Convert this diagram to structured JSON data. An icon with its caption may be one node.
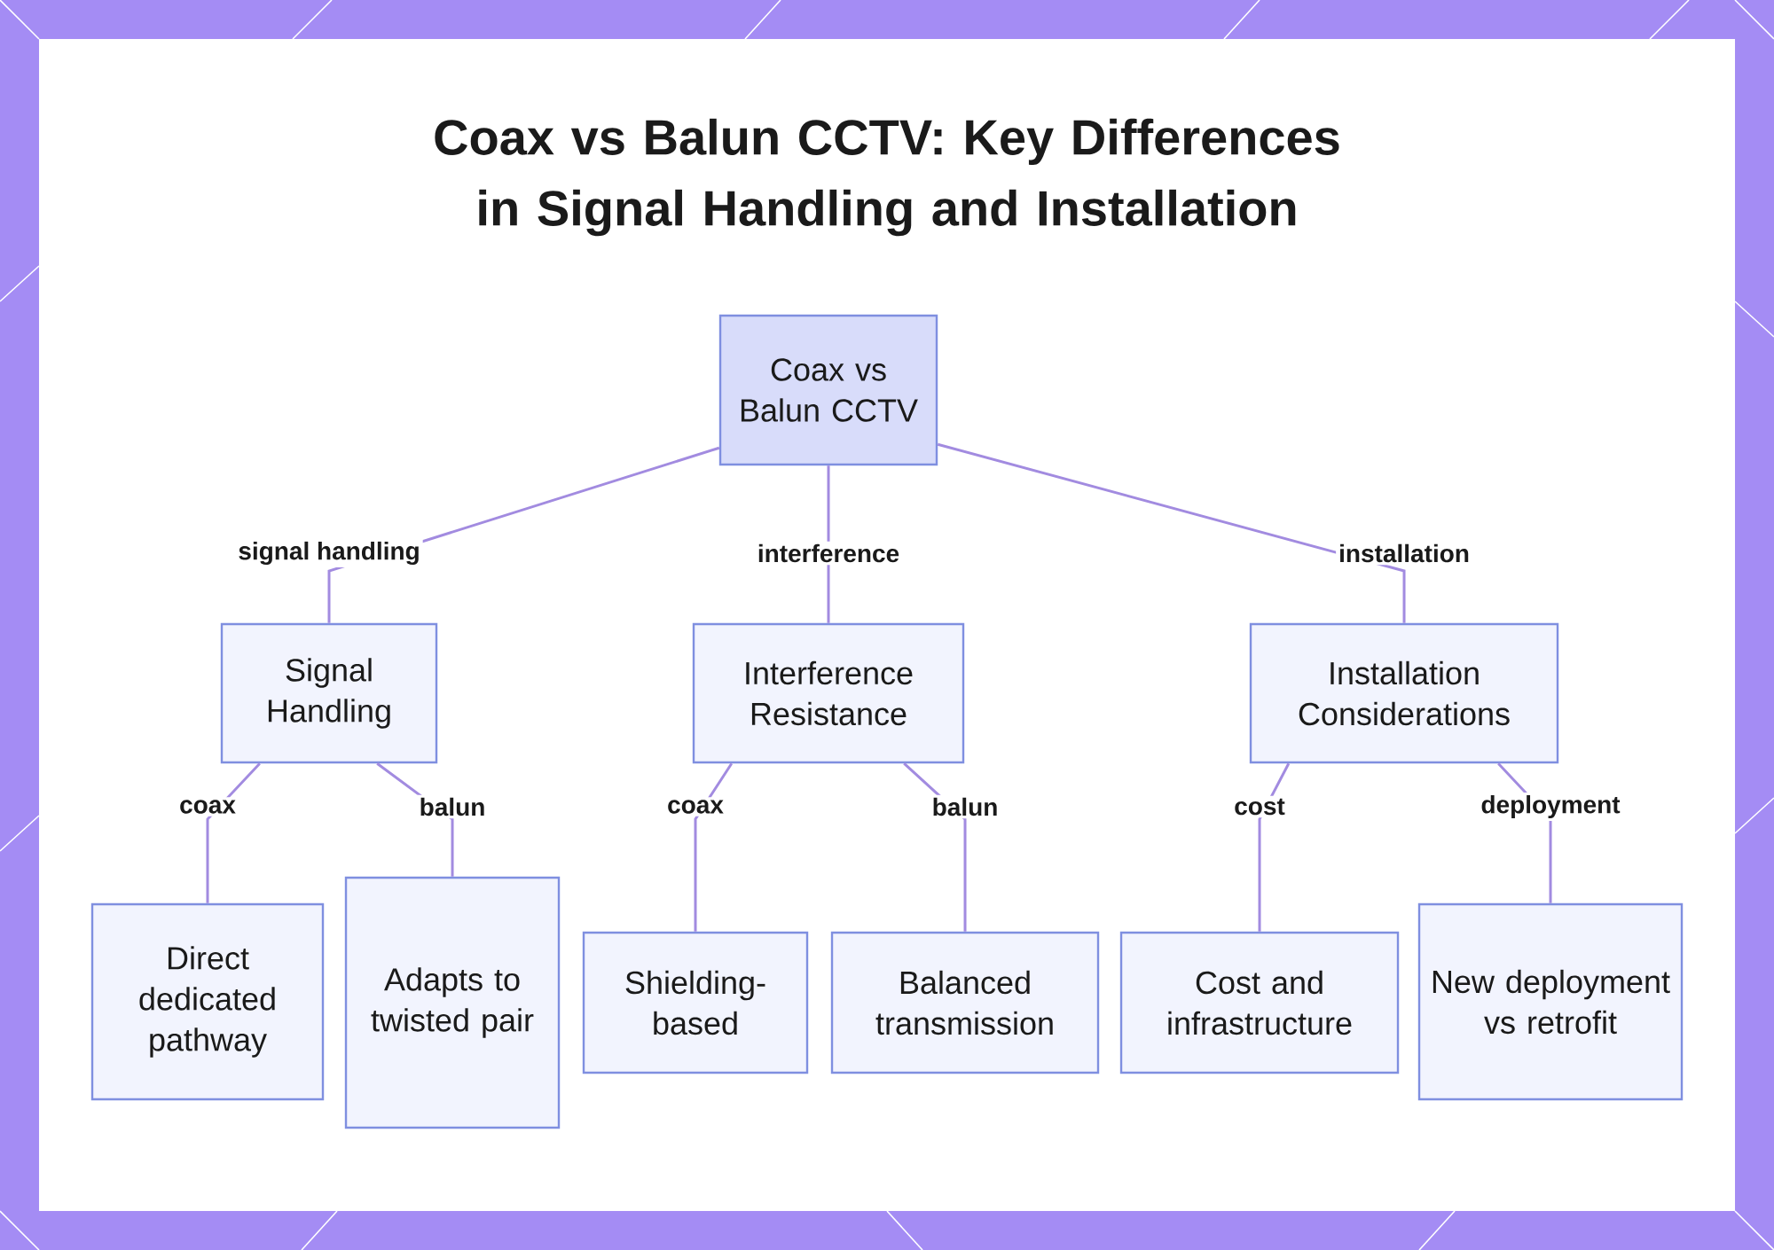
{
  "diagram": {
    "title": "Coax vs Balun CCTV: Key Differences in Signal Handling and Installation",
    "nodes": [
      {
        "text": [
          "Coax vs Balun CCTV"
        ]
      },
      {
        "text": [
          "Signal Handling"
        ]
      },
      {
        "text": [
          "Interference Resistance"
        ]
      },
      {
        "text": [
          "Installation Considerations"
        ]
      },
      {
        "text": [
          "Direct dedicated pathway"
        ]
      },
      {
        "text": [
          "Adapts to twisted pair"
        ]
      },
      {
        "text": [
          "Shielding-based"
        ]
      },
      {
        "text": [
          "Balanced transmission"
        ]
      },
      {
        "text": [
          "Cost and infrastructure"
        ]
      },
      {
        "text": [
          "New deployment vs retrofit"
        ]
      }
    ],
    "edges": [
      {
        "from": 0,
        "to": 1,
        "arrow": "none",
        "label": "signal handling"
      },
      {
        "from": 0,
        "to": 2,
        "arrow": "none",
        "label": "interference"
      },
      {
        "from": 0,
        "to": 3,
        "arrow": "none",
        "label": "installation"
      },
      {
        "from": 1,
        "to": 4,
        "arrow": "none",
        "label": "coax"
      },
      {
        "from": 1,
        "to": 5,
        "arrow": "none",
        "label": "balun"
      },
      {
        "from": 2,
        "to": 6,
        "arrow": "none",
        "label": "coax"
      },
      {
        "from": 2,
        "to": 7,
        "arrow": "none",
        "label": "balun"
      },
      {
        "from": 3,
        "to": 8,
        "arrow": "none",
        "label": "cost"
      },
      {
        "from": 3,
        "to": 9,
        "arrow": "none",
        "label": "deployment"
      }
    ]
  }
}
